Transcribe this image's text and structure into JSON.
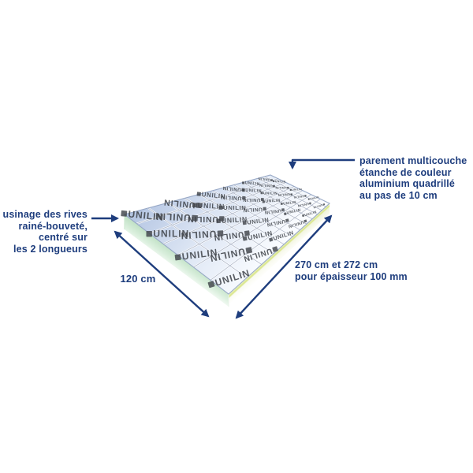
{
  "page": {
    "background": "#ffffff"
  },
  "panel": {
    "brand": "UNILIN",
    "logo_text": "UNILIN",
    "grid": {
      "cols": 12,
      "rows": 7
    }
  },
  "annotations": {
    "parement": {
      "lines": [
        "parement multicouche",
        "étanche de couleur",
        "aluminium quadrillé",
        "au pas de 10 cm"
      ]
    },
    "usinage": {
      "lines": [
        "usinage des rives",
        "rainé-bouveté,",
        "centré sur",
        "les 2 longueurs"
      ]
    },
    "length": {
      "lines": [
        "270 cm et 272 cm",
        "pour épaisseur 100 mm"
      ]
    },
    "width": {
      "label": "120 cm"
    }
  },
  "colors": {
    "annotation_navy": "#1e3d7d",
    "panel_top_blue": "#b5c6e3",
    "panel_top_light": "#fafcff",
    "panel_side_green": "#c4e3c9",
    "panel_stripe_yellow": "#e3ecab",
    "stripe_line_yellow": "#d9e687",
    "grid_line_gray": "#9aa5bb",
    "grid_line_white": "#ffffff",
    "panel_edge_blue": "#8fa1c1",
    "logo_gray": "#3d4147",
    "background": "#ffffff"
  }
}
